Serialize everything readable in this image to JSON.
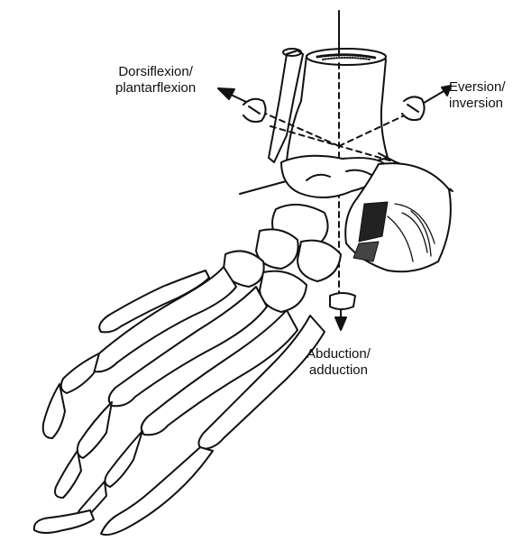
{
  "labels": {
    "dorsiflexion": {
      "line1": "Dorsiflexion/",
      "line2": "plantarflexion"
    },
    "eversion": {
      "line1": "Eversion/",
      "line2": "inversion"
    },
    "abduction": {
      "line1": "Abduction/",
      "line2": "adduction"
    }
  },
  "icons": [
    "ankle-foot-skeleton-illustration",
    "rotation-arrow-icon"
  ]
}
